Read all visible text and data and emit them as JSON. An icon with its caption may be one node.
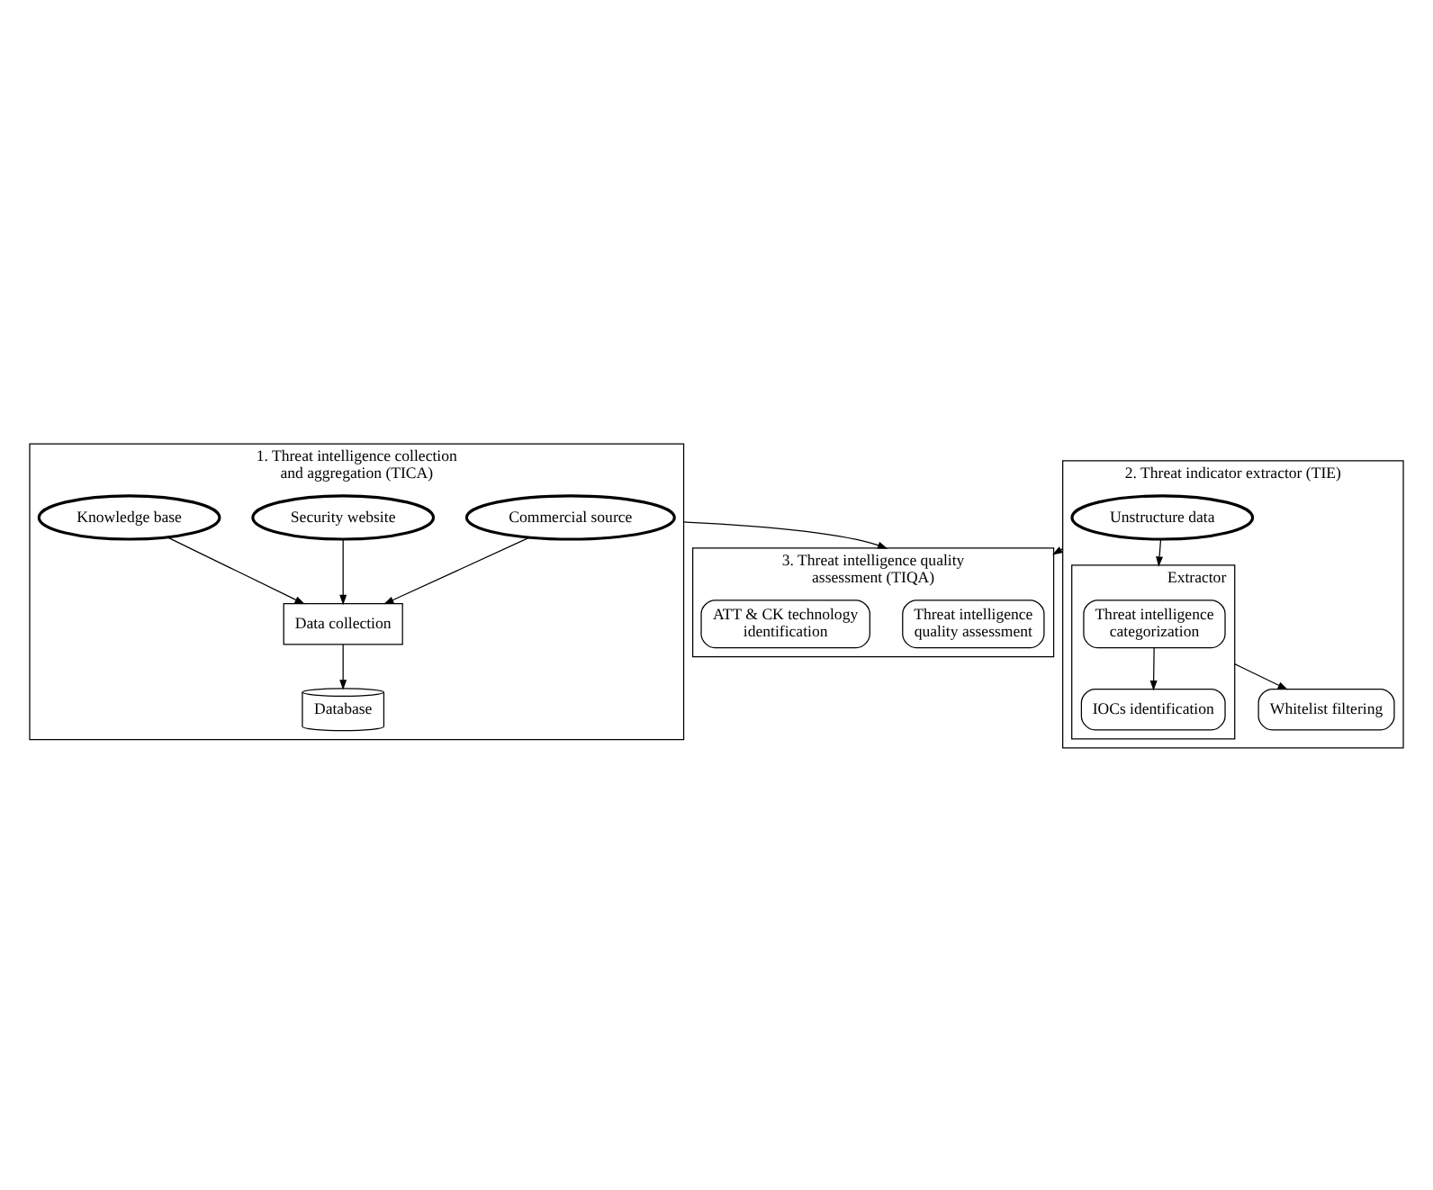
{
  "diagram": {
    "nodes": [
      {
        "text": [
          "1. Threat intelligence collection and aggregation (TICA)"
        ]
      },
      {
        "text": [
          "Commercial source"
        ],
        "in": 0
      },
      {
        "text": [
          "Security website"
        ],
        "in": 0
      },
      {
        "text": [
          "Knowledge base"
        ],
        "in": 0
      },
      {
        "text": [
          "Data collection"
        ],
        "in": 0
      },
      {
        "text": [
          "Database"
        ],
        "in": 0
      },
      {
        "text": [
          "2. Threat indicator extractor (TIE)"
        ]
      },
      {
        "text": [
          "Unstructure data"
        ],
        "in": 6
      },
      {
        "text": [
          "Extractor"
        ],
        "in": 6
      },
      {
        "text": [
          "Threat intelligence categorization"
        ],
        "in": 8
      },
      {
        "text": [
          "IOCs identification"
        ],
        "in": 8
      },
      {
        "text": [
          "Whitelist filtering"
        ],
        "in": 6
      },
      {
        "text": [
          "3. Threat intelligence quality assessment (TIQA)"
        ]
      },
      {
        "text": [
          "Threat intelligence quality assessment"
        ],
        "in": 12
      },
      {
        "text": [
          "ATT & CK technology identification"
        ],
        "in": 12
      }
    ],
    "edges": [
      {
        "from": 1,
        "to": 4,
        "arrow": "to"
      },
      {
        "from": 2,
        "to": 4,
        "arrow": "to"
      },
      {
        "from": 3,
        "to": 4,
        "arrow": "to"
      },
      {
        "from": 4,
        "to": 5,
        "arrow": "to"
      },
      {
        "from": 7,
        "to": 8,
        "arrow": "to"
      },
      {
        "from": 9,
        "to": 10,
        "arrow": "to"
      },
      {
        "from": 8,
        "to": 11,
        "arrow": "to"
      },
      {
        "from": 0,
        "to": 12,
        "arrow": "to"
      },
      {
        "from": 6,
        "to": 12,
        "arrow": "to"
      }
    ]
  }
}
